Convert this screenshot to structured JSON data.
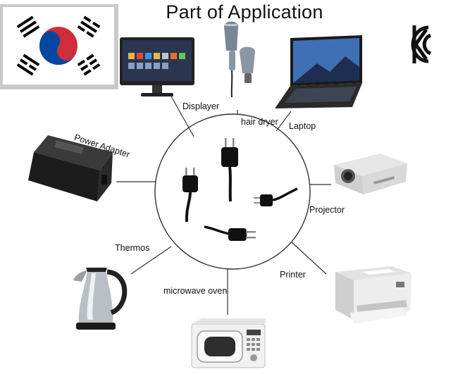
{
  "title": "Part of Application",
  "labels": {
    "displayer": "Displayer",
    "hair_dryer": "hair dryer",
    "laptop": "Laptop",
    "power_adapter": "Power Adapter",
    "projector": "Projector",
    "thermos": "Thermos",
    "printer": "Printer",
    "microwave_oven": "microwave oven"
  },
  "certification_mark": "KC",
  "colors": {
    "flag_red": "#cd2e3a",
    "flag_blue": "#0047a0",
    "line": "#333333"
  }
}
